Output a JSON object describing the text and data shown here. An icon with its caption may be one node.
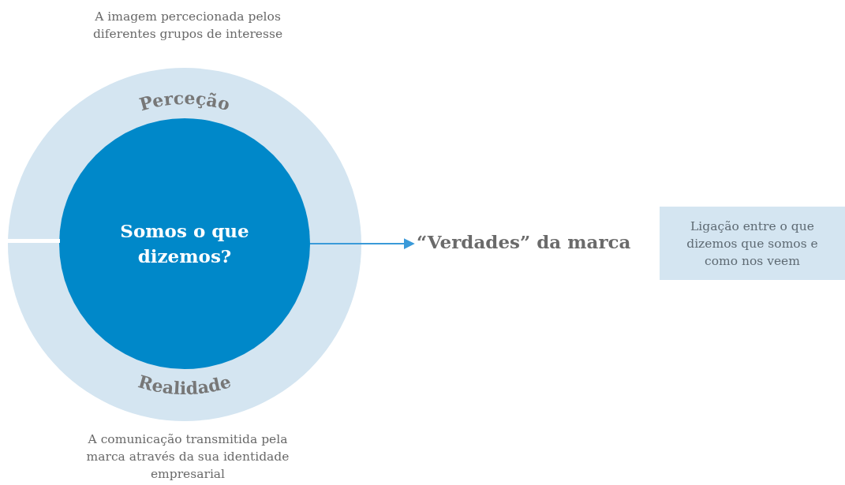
{
  "diagram": {
    "nodes": [
      {
        "text": [
          "Perceção",
          "Realidade"
        ],
        "beside": [
          "A imagem percecionada pelos diferentes grupos de interesse",
          "A comunicação transmitida pela marca através da sua identidade empresarial"
        ]
      },
      {
        "text": [
          "Somos o que dizemos?"
        ],
        "in": 0
      },
      {
        "text": [
          "“Verdades” da marca"
        ]
      },
      {
        "text": [
          "Ligação entre o que dizemos que somos e como nos veem"
        ]
      }
    ],
    "edges": [
      {
        "from": 1,
        "to": 2,
        "arrow": "to"
      }
    ]
  }
}
